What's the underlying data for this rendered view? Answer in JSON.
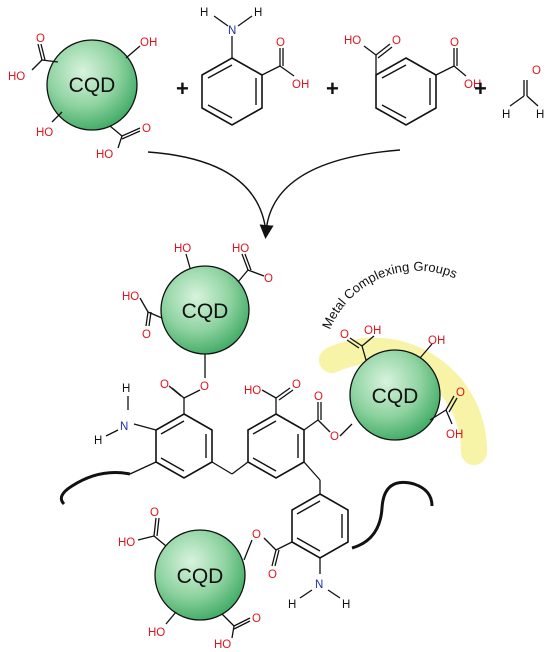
{
  "diagram": {
    "cqd_label": "CQD",
    "plus_sign": "+",
    "labels": {
      "ho": "HO",
      "oh": "OH",
      "o": "O",
      "h": "H",
      "n": "N"
    },
    "metal_complexing_groups_label": "Metal Complexing Groups",
    "colors": {
      "cqd_fill_light": "#c8ecd0",
      "cqd_fill_dark": "#3aa860",
      "oxygen_red": "#e0141e",
      "nitrogen_blue": "#1f2ea8",
      "highlight_yellow": "#f4ef8a"
    }
  }
}
